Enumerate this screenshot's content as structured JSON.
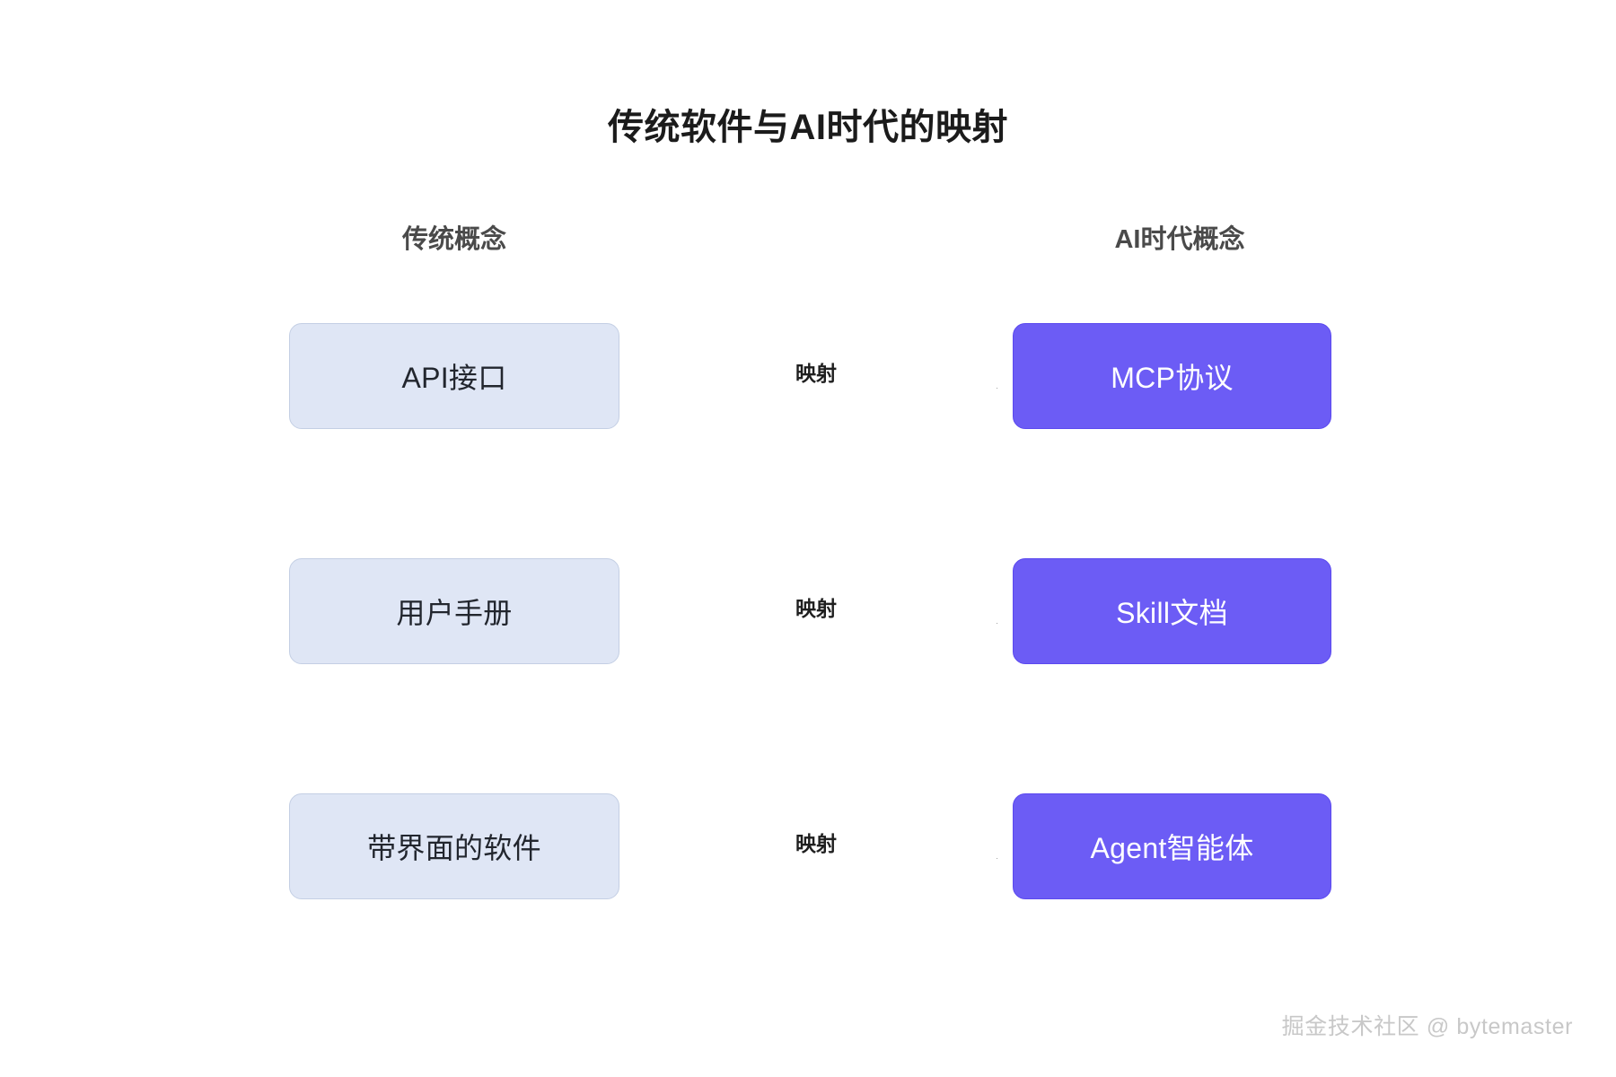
{
  "diagram": {
    "title": "传统软件与AI时代的映射",
    "columns": {
      "left_header": "传统概念",
      "right_header": "AI时代概念"
    },
    "edge_label": "映射",
    "rows": [
      {
        "traditional": "API接口",
        "ai": "MCP协议",
        "label": "映射"
      },
      {
        "traditional": "用户手册",
        "ai": "Skill文档",
        "label": "映射"
      },
      {
        "traditional": "带界面的软件",
        "ai": "Agent智能体",
        "label": "映射"
      }
    ],
    "colors": {
      "background": "#ffffff",
      "traditional_fill": "#dfe6f5",
      "traditional_border": "#c4cfe4",
      "traditional_text": "#22262e",
      "ai_fill": "#6c5cf5",
      "ai_border": "#5b49ef",
      "ai_text": "#ffffff",
      "connector": "#808080",
      "title_text": "#1b1b1b",
      "header_text": "#4a4a4a",
      "watermark_text": "#c8c8c8"
    }
  },
  "watermark": "掘金技术社区 @ bytemaster"
}
